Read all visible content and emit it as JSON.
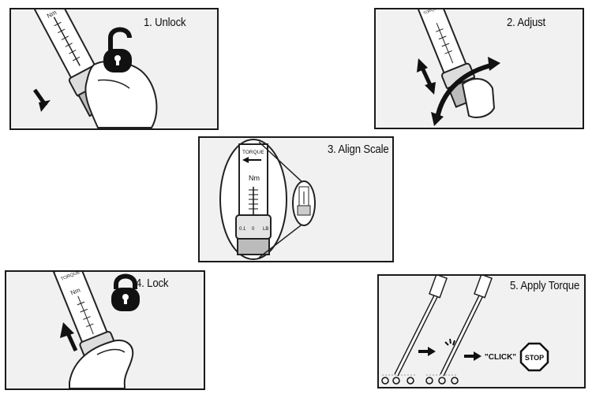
{
  "steps": [
    {
      "title": "1. Unlock"
    },
    {
      "title": "2. Adjust"
    },
    {
      "title": "3. Align Scale"
    },
    {
      "title": "4. Lock"
    },
    {
      "title": "5. Apply Torque"
    }
  ],
  "wrench": {
    "torque_label": "TORQUE",
    "unit_label": "Nm",
    "scale_left": "0.1",
    "scale_mid": "0",
    "scale_right": "LB"
  },
  "apply": {
    "click_label": "\"CLICK\"",
    "stop_label": "STOP"
  },
  "icons": [
    "padlock-open-icon",
    "padlock-closed-icon",
    "down-arrow-icon",
    "up-arrow-icon",
    "rotate-arrow-icon",
    "stop-sign-icon"
  ]
}
